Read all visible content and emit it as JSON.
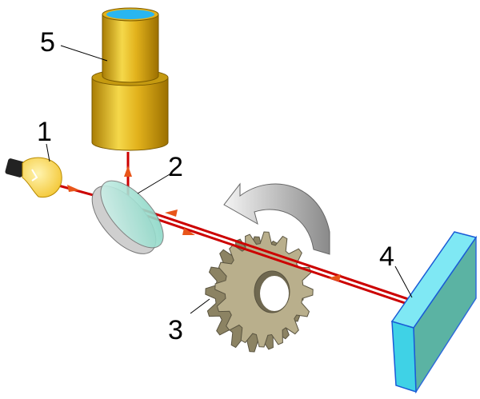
{
  "labels": {
    "light_source": "1",
    "semi_mirror": "2",
    "gear": "3",
    "mirror": "4",
    "eyepiece": "5"
  },
  "colors": {
    "beam": "#cc0000",
    "gold": "#d4a617",
    "gear": "#b8ae8a",
    "mirror_glass": "#3fd2e6",
    "arrow": "#9a9a9a"
  },
  "gear": {
    "teeth": 16
  }
}
